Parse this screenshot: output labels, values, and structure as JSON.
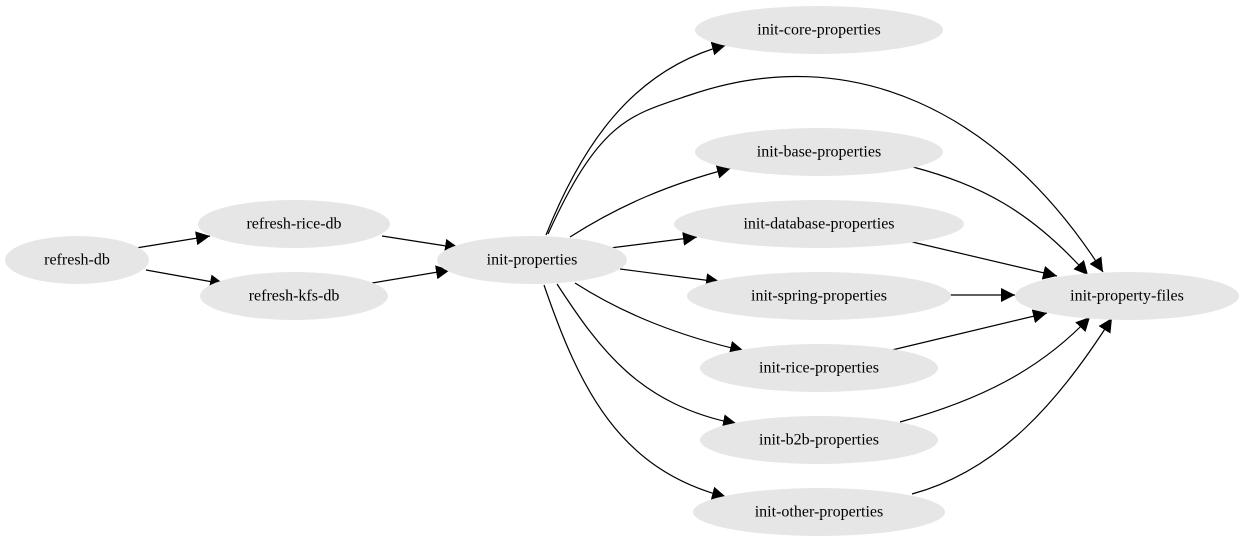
{
  "diagram": {
    "nodes": [
      {
        "id": "refresh_db",
        "label": "refresh-db"
      },
      {
        "id": "refresh_rice_db",
        "label": "refresh-rice-db"
      },
      {
        "id": "refresh_kfs_db",
        "label": "refresh-kfs-db"
      },
      {
        "id": "init_properties",
        "label": "init-properties"
      },
      {
        "id": "init_core_properties",
        "label": "init-core-properties"
      },
      {
        "id": "init_base_properties",
        "label": "init-base-properties"
      },
      {
        "id": "init_database_properties",
        "label": "init-database-properties"
      },
      {
        "id": "init_spring_properties",
        "label": "init-spring-properties"
      },
      {
        "id": "init_rice_properties",
        "label": "init-rice-properties"
      },
      {
        "id": "init_b2b_properties",
        "label": "init-b2b-properties"
      },
      {
        "id": "init_other_properties",
        "label": "init-other-properties"
      },
      {
        "id": "init_property_files",
        "label": "init-property-files"
      }
    ],
    "edges": [
      {
        "from": "refresh_db",
        "to": "refresh_rice_db"
      },
      {
        "from": "refresh_db",
        "to": "refresh_kfs_db"
      },
      {
        "from": "refresh_rice_db",
        "to": "init_properties"
      },
      {
        "from": "refresh_kfs_db",
        "to": "init_properties"
      },
      {
        "from": "init_properties",
        "to": "init_core_properties"
      },
      {
        "from": "init_properties",
        "to": "init_property_files"
      },
      {
        "from": "init_properties",
        "to": "init_base_properties"
      },
      {
        "from": "init_properties",
        "to": "init_database_properties"
      },
      {
        "from": "init_properties",
        "to": "init_spring_properties"
      },
      {
        "from": "init_properties",
        "to": "init_rice_properties"
      },
      {
        "from": "init_properties",
        "to": "init_b2b_properties"
      },
      {
        "from": "init_properties",
        "to": "init_other_properties"
      },
      {
        "from": "init_base_properties",
        "to": "init_property_files"
      },
      {
        "from": "init_database_properties",
        "to": "init_property_files"
      },
      {
        "from": "init_spring_properties",
        "to": "init_property_files"
      },
      {
        "from": "init_rice_properties",
        "to": "init_property_files"
      },
      {
        "from": "init_b2b_properties",
        "to": "init_property_files"
      },
      {
        "from": "init_other_properties",
        "to": "init_property_files"
      }
    ]
  }
}
